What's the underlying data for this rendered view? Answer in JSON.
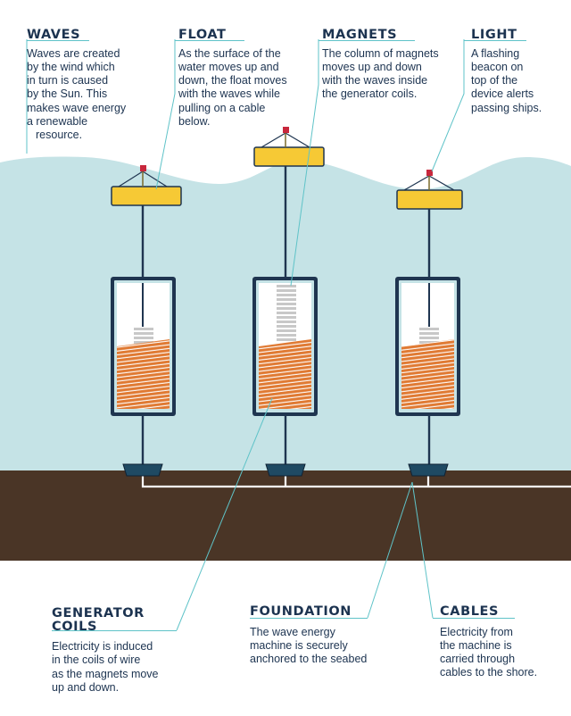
{
  "labels": {
    "waves": {
      "title": "WAVES",
      "text": [
        "Waves are created",
        "by the wind which",
        "in turn is caused",
        "by the Sun. This",
        "makes wave energy",
        "a renewable",
        "resource."
      ]
    },
    "float": {
      "title": "FLOAT",
      "text": [
        "As the surface of the",
        "water moves up and",
        "down, the float moves",
        "with the waves while",
        "pulling on a cable",
        "below."
      ]
    },
    "magnets": {
      "title": "MAGNETS",
      "text": [
        "The column of magnets",
        "moves up and down",
        "with the waves inside",
        "the generator coils."
      ]
    },
    "light": {
      "title": "LIGHT",
      "text": [
        "A flashing",
        "beacon on",
        "top of the",
        "device alerts",
        "passing ships."
      ]
    },
    "generator_coils": {
      "title_lines": [
        "GENERATOR",
        "COILS"
      ],
      "text": [
        "Electricity is induced",
        "in the coils of wire",
        "as the magnets move",
        "up and down."
      ]
    },
    "foundation": {
      "title": "FOUNDATION",
      "text": [
        "The wave energy",
        "machine is securely",
        "anchored to the seabed"
      ]
    },
    "cables": {
      "title": "CABLES",
      "text": [
        "Electricity from",
        "the machine is",
        "carried through",
        "cables to the shore."
      ]
    }
  },
  "colors": {
    "water": "#c5e3e6",
    "seabed": "#4a3526",
    "float": "#f6c935",
    "generator_frame": "#1f3550",
    "coil": "#e07a33",
    "foundation": "#1f4a63",
    "cable": "#ffffff",
    "leader_line": "#5fc3c8",
    "beacon": "#c8273c"
  }
}
